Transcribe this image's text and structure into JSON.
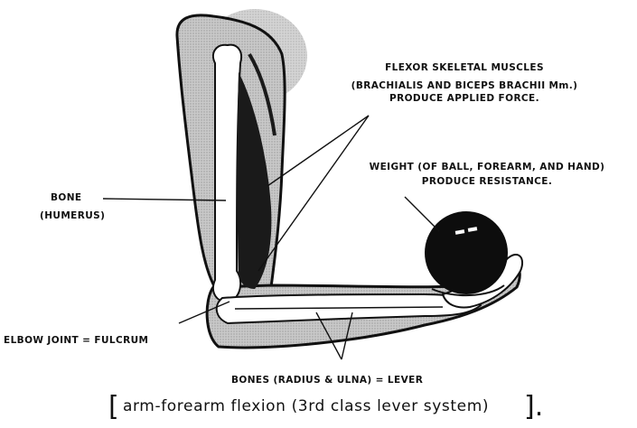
{
  "labels": {
    "flexor_line1": "FLEXOR SKELETAL MUSCLES",
    "flexor_line2": "(BRACHIALIS AND BICEPS BRACHII Mm.)",
    "flexor_line3": "PRODUCE APPLIED FORCE.",
    "weight_line1": "WEIGHT (OF BALL, FOREARM, AND HAND)",
    "weight_line2": "PRODUCE RESISTANCE.",
    "bone_line1": "BONE",
    "bone_line2": "(HUMERUS)",
    "elbow": "ELBOW JOINT = FULCRUM",
    "bones": "BONES (RADIUS & ULNA) = LEVER"
  },
  "caption": {
    "open_bracket": "[",
    "text": "arm-forearm flexion (3rd class lever system)",
    "close_bracket": "]."
  },
  "colors": {
    "ink": "#111111",
    "shade": "#bdbdbd",
    "muscle": "#1a1a1a"
  }
}
